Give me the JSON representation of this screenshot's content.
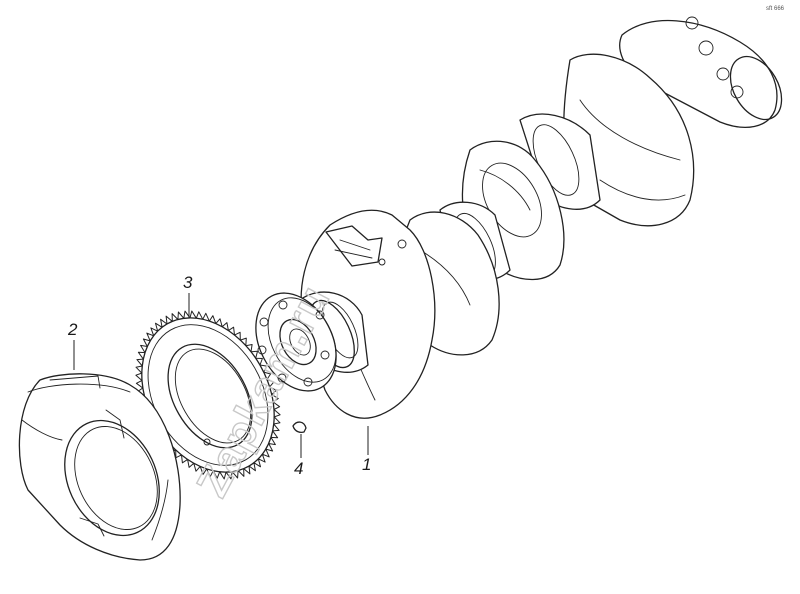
{
  "drawing_code": "sft 666",
  "watermark": "Zapkam.ru",
  "callouts": [
    {
      "id": "crankshaft",
      "number": "1"
    },
    {
      "id": "counterweight",
      "number": "2"
    },
    {
      "id": "gear-ring",
      "number": "3"
    },
    {
      "id": "key",
      "number": "4"
    }
  ]
}
